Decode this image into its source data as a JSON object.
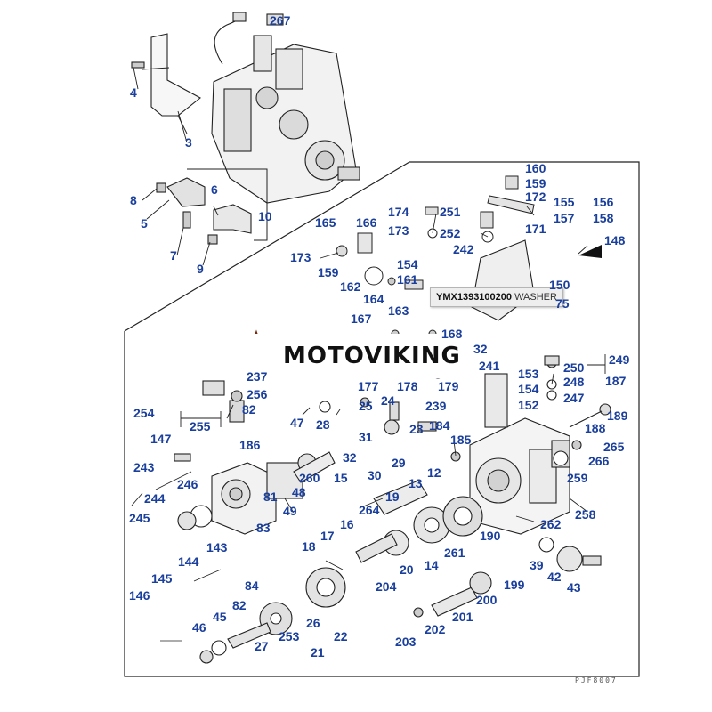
{
  "diagram": {
    "labels": [
      "267",
      "4",
      "3",
      "8",
      "6",
      "5",
      "7",
      "9",
      "10",
      "160",
      "159",
      "172",
      "155",
      "156",
      "157",
      "158",
      "171",
      "148",
      "174",
      "251",
      "173",
      "252",
      "242",
      "165",
      "166",
      "173",
      "159",
      "154",
      "162",
      "161",
      "164",
      "163",
      "150",
      "75",
      "167",
      "168",
      "32",
      "241",
      "237",
      "256",
      "177",
      "178",
      "179",
      "153",
      "154",
      "152",
      "250",
      "249",
      "248",
      "247",
      "187",
      "189",
      "188",
      "265",
      "266",
      "259",
      "258",
      "254",
      "255",
      "82",
      "147",
      "186",
      "47",
      "28",
      "25",
      "24",
      "31",
      "23",
      "184",
      "185",
      "239",
      "243",
      "246",
      "244",
      "245",
      "81",
      "48",
      "49",
      "83",
      "260",
      "32",
      "29",
      "30",
      "15",
      "12",
      "13",
      "264",
      "19",
      "18",
      "17",
      "16",
      "190",
      "262",
      "143",
      "144",
      "145",
      "146",
      "20",
      "14",
      "261",
      "39",
      "42",
      "43",
      "199",
      "200",
      "204",
      "201",
      "202",
      "203",
      "84",
      "82",
      "45",
      "46",
      "27",
      "253",
      "26",
      "22",
      "21"
    ],
    "tooltip_code": "YMX1393100200",
    "tooltip_text": "WASHER",
    "logo_text": "MOTOVIKING",
    "reference_code": "PJF8007"
  }
}
